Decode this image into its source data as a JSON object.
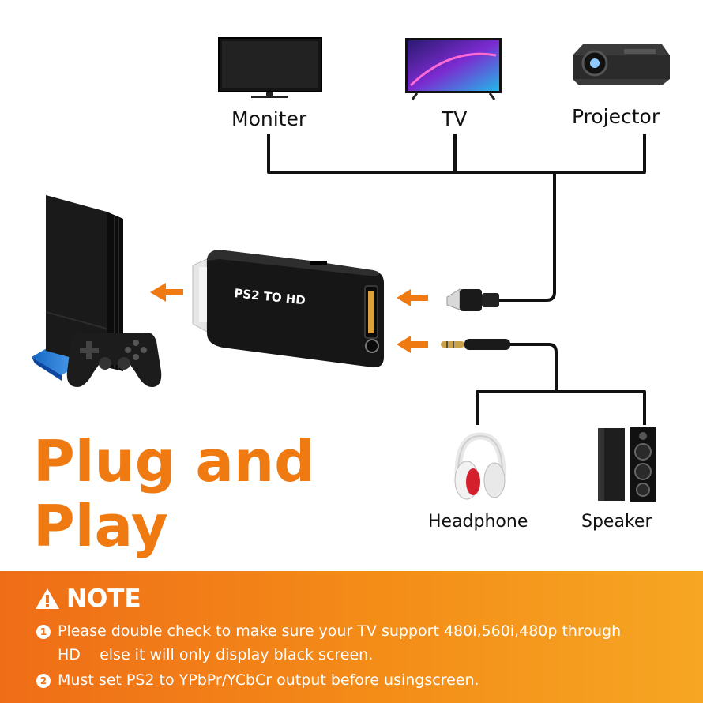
{
  "devices": {
    "monitor": "Moniter",
    "tv": "TV",
    "projector": "Projector",
    "headphone": "Headphone",
    "speaker": "Speaker"
  },
  "adapter": {
    "label": "PS2 TO HD"
  },
  "hero": {
    "line1": "Plug and",
    "line2": "Play"
  },
  "note": {
    "title": "NOTE",
    "items": [
      {
        "number": "1",
        "line1": "Please double check to make sure your TV support 480i,560i,480p through",
        "line2": "HD    else it will only display black screen."
      },
      {
        "number": "2",
        "line1": "Must set PS2 to YPbPr/YCbCr output before usingscreen."
      }
    ]
  },
  "colors": {
    "accent": "#f07a12",
    "arrow": "#f07a12",
    "cable": "#111111"
  },
  "icons": [
    "monitor-icon",
    "tv-icon",
    "projector-icon",
    "ps2-console-icon",
    "gamepad-icon",
    "adapter-icon",
    "hdmi-plug-icon",
    "audio-jack-icon",
    "headphone-icon",
    "speaker-icon",
    "warning-icon"
  ]
}
